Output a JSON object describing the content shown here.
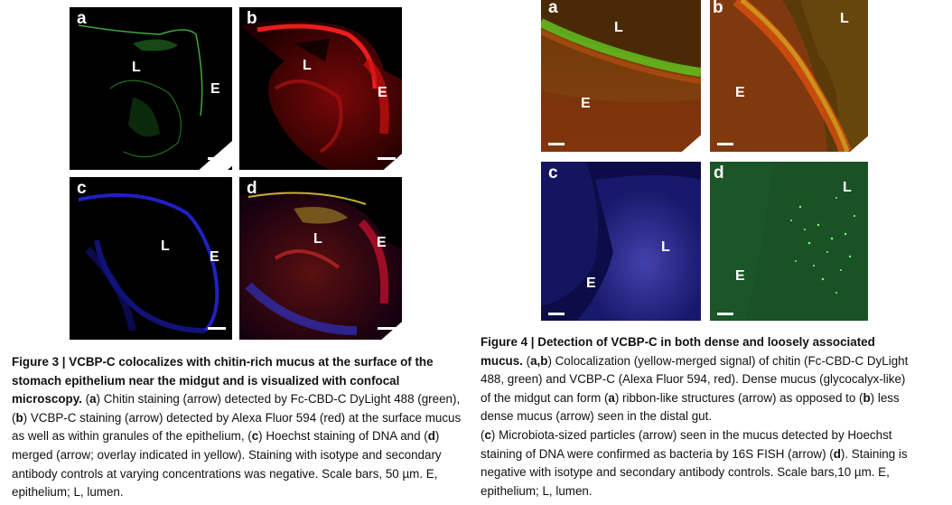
{
  "figure3": {
    "panels": {
      "a": {
        "letter": "a",
        "L": "L",
        "E": "E"
      },
      "b": {
        "letter": "b",
        "L": "L",
        "E": "E"
      },
      "c": {
        "letter": "c",
        "L": "L",
        "E": "E"
      },
      "d": {
        "letter": "d",
        "L": "L",
        "E": "E"
      }
    },
    "caption": {
      "title": "Figure 3 | VCBP-C colocalizes with chitin-rich mucus at the surface of the stomach epithelium near the midgut and is visualized with confocal microscopy.",
      "p1": " (",
      "a1": "a",
      "t1": ") Chitin staining (arrow) detected by Fc-CBD-C DyLight 488 (green), (",
      "b1": "b",
      "t2": ") VCBP-C staining (arrow) detected by Alexa Fluor 594 (red) at the surface mucus as well as within granules of the epithelium, (",
      "c1": "c",
      "t3": ") Hoechst staining of DNA and (",
      "d1": "d",
      "t4": ") merged (arrow; overlay indicated in yellow). Staining with isotype and secondary antibody controls at varying concentrations was negative. Scale bars, 50 µm. E, epithelium; L, lumen."
    }
  },
  "figure4": {
    "panels": {
      "a": {
        "letter": "a",
        "L": "L",
        "E": "E"
      },
      "b": {
        "letter": "b",
        "L": "L",
        "E": "E"
      },
      "c": {
        "letter": "c",
        "L": "L",
        "E": "E"
      },
      "d": {
        "letter": "d",
        "L": "L",
        "E": "E"
      }
    },
    "caption": {
      "title": "Figure 4 | Detection of VCBP-C in both dense and loosely associated mucus.",
      "p1": " (",
      "ab": "a,b",
      "t1": ") Colocalization (yellow-merged signal) of chitin (Fc-CBD-C DyLight 488, green) and VCBP-C (Alexa Fluor 594, red). Dense mucus (glycocalyx-like) of the midgut can form (",
      "a1": "a",
      "t2": ") ribbon-like structures (arrow) as opposed to (",
      "b1": "b",
      "t3": ") less dense mucus (arrow) seen in the distal gut.",
      "p2": "(",
      "c1": "c",
      "t4": ") Microbiota-sized particles (arrow) seen in the mucus detected by Hoechst staining of DNA were confirmed as bacteria by 16S FISH (arrow) (",
      "d1": "d",
      "t5": "). Staining is negative with isotype and secondary antibody controls. Scale bars,10 µm. E, epithelium; L, lumen."
    }
  },
  "colors": {
    "green": "#3fbf3f",
    "red": "#e01818",
    "blue": "#2a2ae0",
    "black": "#000000"
  }
}
